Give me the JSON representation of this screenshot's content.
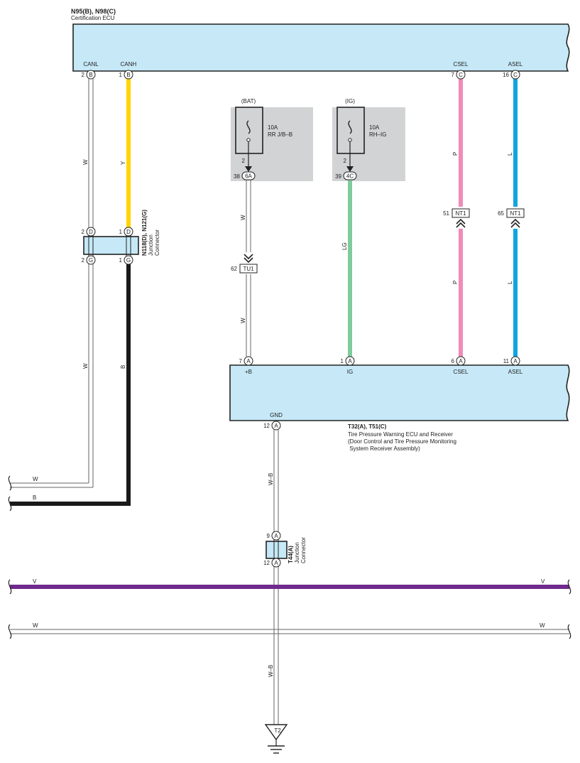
{
  "top_ecu": {
    "code": "N95(B), N98(C)",
    "name": "Certification ECU",
    "terminals": [
      {
        "label": "CANL",
        "pin": "2",
        "conn": "B"
      },
      {
        "label": "CANH",
        "pin": "1",
        "conn": "B"
      },
      {
        "label": "CSEL",
        "pin": "7",
        "conn": "C"
      },
      {
        "label": "ASEL",
        "pin": "16",
        "conn": "C"
      }
    ]
  },
  "bottom_ecu": {
    "code": "T32(A), T51(C)",
    "name_lines": [
      "Tire Pressure Warning ECU and Receiver",
      "(Door Control and Tire Pressure Monitoring",
      " System Receiver Assembly)"
    ],
    "terminals": [
      {
        "label": "+B",
        "pin": "7",
        "conn": "A"
      },
      {
        "label": "IG",
        "pin": "1",
        "conn": "A"
      },
      {
        "label": "CSEL",
        "pin": "6",
        "conn": "A"
      },
      {
        "label": "ASEL",
        "pin": "11",
        "conn": "A"
      }
    ],
    "gnd": {
      "label": "GND",
      "pin": "12",
      "conn": "A"
    }
  },
  "fuses": [
    {
      "source": "(BAT)",
      "rating": "10A",
      "name": "RR J/B–B",
      "pin": "2",
      "conn_pin": "38",
      "conn": "6A"
    },
    {
      "source": "(IG)",
      "rating": "10A",
      "name": "RH–IG",
      "pin": "2",
      "conn_pin": "39",
      "conn": "4C"
    }
  ],
  "junction_1": {
    "code": "N118(D), N121(G)",
    "label": "Junction",
    "label2": "Connector",
    "top_pins": [
      {
        "pin": "2",
        "conn": "D"
      },
      {
        "pin": "1",
        "conn": "D"
      }
    ],
    "bottom_pins": [
      {
        "pin": "2",
        "conn": "G"
      },
      {
        "pin": "1",
        "conn": "G"
      }
    ]
  },
  "junction_2": {
    "code": "T44(A)",
    "label": "Junction",
    "label2": "Connector",
    "top_pin": {
      "pin": "9",
      "conn": "A"
    },
    "bottom_pin": {
      "pin": "12",
      "conn": "A"
    }
  },
  "inline_connectors": [
    {
      "pin": "62",
      "code": "TU1"
    },
    {
      "pin": "51",
      "code": "NT1"
    },
    {
      "pin": "65",
      "code": "NT1"
    }
  ],
  "wire_colors": {
    "canl_top": "W",
    "canh_top": "Y",
    "canl_bot": "W",
    "canh_bot": "B",
    "bat_top": "W",
    "bat_bot": "W",
    "ig": "LG",
    "csel_top": "P",
    "csel_bot": "P",
    "asel_top": "L",
    "asel_bot": "L",
    "gnd_top": "W–B",
    "gnd_bot": "W–B",
    "left_w": "W",
    "left_b": "B",
    "v_left": "V",
    "v_right": "V",
    "w_left": "W",
    "w_right": "W"
  },
  "ground": {
    "code": "T2"
  },
  "colors": {
    "ecu_fill": "#c6e8f7",
    "fuse_bg": "#d2d3d5",
    "yellow": "#ffd400",
    "pink": "#f08bb8",
    "blue": "#10a5e0",
    "green": "#7ecb9c",
    "black": "#1a1a1a",
    "violet": "#6f2a8c"
  }
}
